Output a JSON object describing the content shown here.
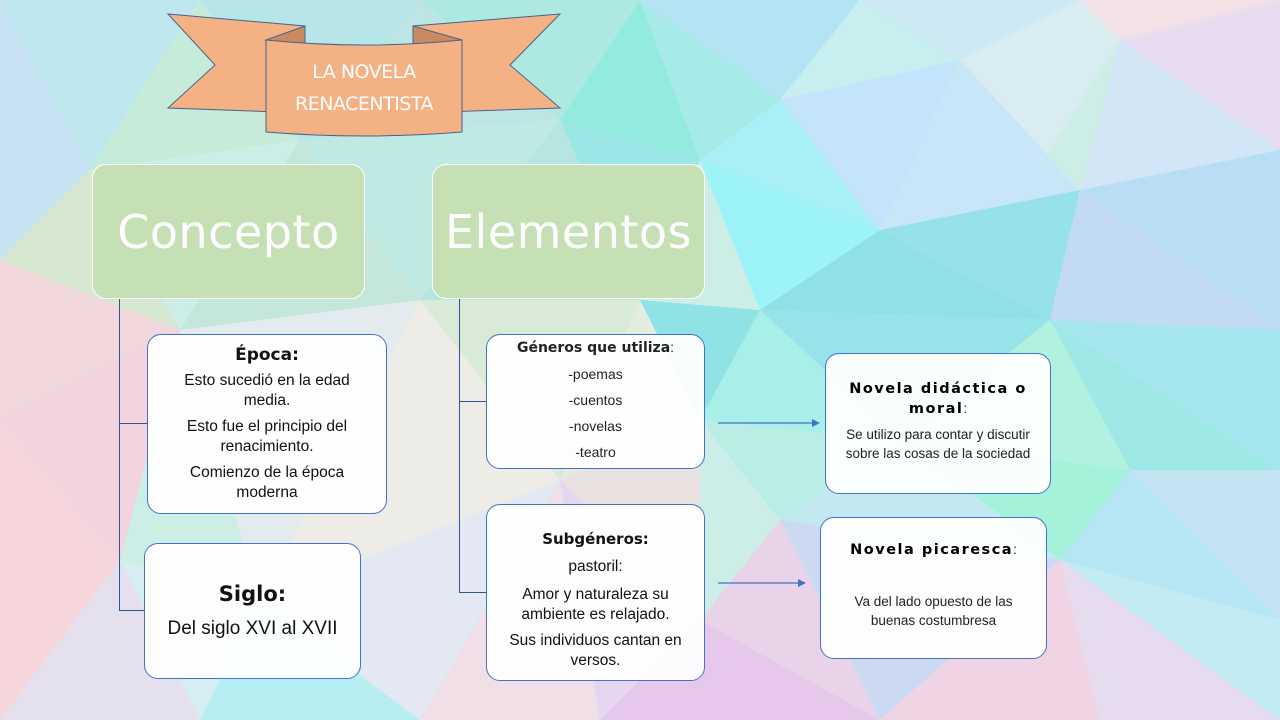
{
  "banner": {
    "line1": "LA NOVELA",
    "line2": "RENACENTISTA",
    "fill_color": "#f4b183",
    "fold_color": "#c98a62"
  },
  "concepto": {
    "title": "Concepto",
    "epoca": {
      "heading": "Época:",
      "lines": [
        "Esto sucedió en la edad media.",
        "Esto fue el principio del renacimiento.",
        "Comienzo de la época moderna"
      ]
    },
    "siglo": {
      "heading": "Siglo:",
      "text": "Del siglo XVI al XVII"
    }
  },
  "elementos": {
    "title": "Elementos",
    "generos": {
      "heading": "Géneros que utiliza",
      "colon": ":",
      "items": [
        "-poemas",
        "-cuentos",
        "-novelas",
        "-teatro"
      ]
    },
    "subgeneros": {
      "heading": "Subgéneros:",
      "lines": [
        "pastoril:",
        "Amor y naturaleza su ambiente es relajado.",
        "Sus individuos cantan en versos."
      ]
    }
  },
  "novela_didactica": {
    "heading": "Novela didáctica o moral",
    "colon": ":",
    "text": "Se utilizo  para contar y discutir sobre las cosas de la sociedad"
  },
  "novela_picaresca": {
    "heading": "Novela picaresca",
    "colon": ":",
    "text": "Va del lado opuesto de las buenas costumbresa"
  },
  "colors": {
    "header_box": "#c5e0b4",
    "card_border": "#4472c4",
    "connector": "#2f5597",
    "arrow": "#4472c4"
  }
}
